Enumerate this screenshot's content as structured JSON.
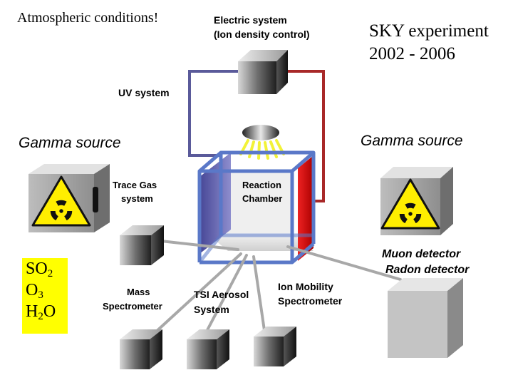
{
  "header": {
    "left_title": "Atmospheric conditions!",
    "right_title_line1": "SKY experiment",
    "right_title_line2": "2002 - 2006"
  },
  "labels": {
    "electric_line1": "Electric system",
    "electric_line2": "(Ion density control)",
    "uv": "UV system",
    "gamma_left": "Gamma source",
    "gamma_right": "Gamma source",
    "trace_line1": "Trace Gas",
    "trace_line2": "system",
    "reaction_line1": "Reaction",
    "reaction_line2": "Chamber",
    "muon": "Muon detector",
    "radon": "Radon detector",
    "mass_line1": "Mass",
    "mass_line2": "Spectrometer",
    "tsi_line1": "TSI Aerosol",
    "tsi_line2": "System",
    "ion_line1": "Ion Mobility",
    "ion_line2": "Spectrometer"
  },
  "gases": {
    "so_base": "SO",
    "so_sub": "2",
    "o_base": "O",
    "o_sub": "3",
    "h_base": "H",
    "h_sub": "2",
    "h_tail": "O"
  },
  "colors": {
    "chamber_blue": "#5a78c8",
    "left_plate": "#6666bb",
    "right_plate": "#dd1111",
    "hazard_yellow": "#ffee00",
    "gas_box": "#ffff00"
  }
}
